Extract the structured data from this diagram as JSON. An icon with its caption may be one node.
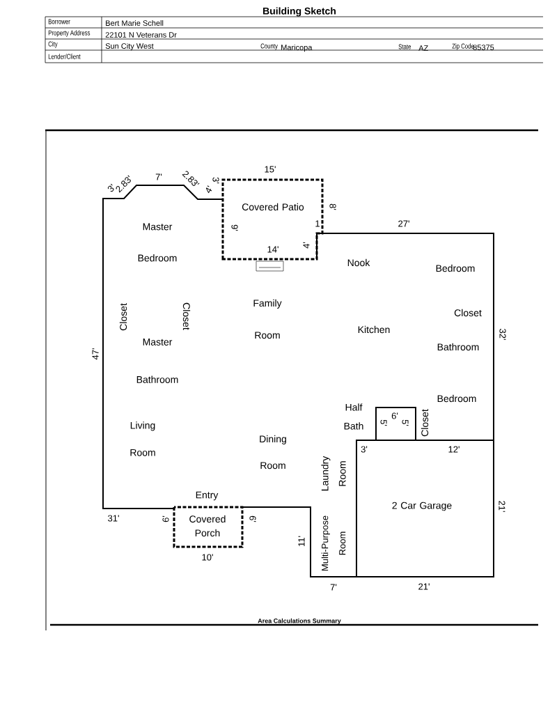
{
  "diagram": {
    "title": "Building Sketch",
    "nodes": [
      {
        "text": [
          "Covered Patio"
        ]
      },
      {
        "text": [
          "Covered Porch"
        ]
      },
      {
        "text": [
          "2 Car Garage"
        ]
      }
    ],
    "labels": [
      "Borrower",
      "Bert Marie Schell",
      "Property Address",
      "22101 N Veterans Dr",
      "City",
      "Sun City West",
      "County",
      "Maricopa",
      "State",
      "AZ",
      "Zip Code",
      "85375",
      "Lender/Client",
      "3'",
      "2.83'",
      "7'",
      "2.83'",
      "4'",
      "3'",
      "15'",
      "8'",
      "Master Bedroom",
      "1",
      "9'",
      "27'",
      "14'",
      "4'",
      "Nook",
      "Bedroom",
      "Closet",
      "Closet",
      "Family Room",
      "Closet",
      "Kitchen",
      "Master Bathroom",
      "Bathroom",
      "47'",
      "32'",
      "Bedroom",
      "Half Bath",
      "6'",
      "5'",
      "5'",
      "Closet",
      "Living Room",
      "3'",
      "12'",
      "Dining Room",
      "Laundry Room",
      "Entry",
      "21'",
      "31'",
      "6'",
      "6'",
      "11'",
      "Multi-Purpose Room",
      "10'",
      "7'",
      "21'",
      "Area Calculations Summary"
    ]
  }
}
